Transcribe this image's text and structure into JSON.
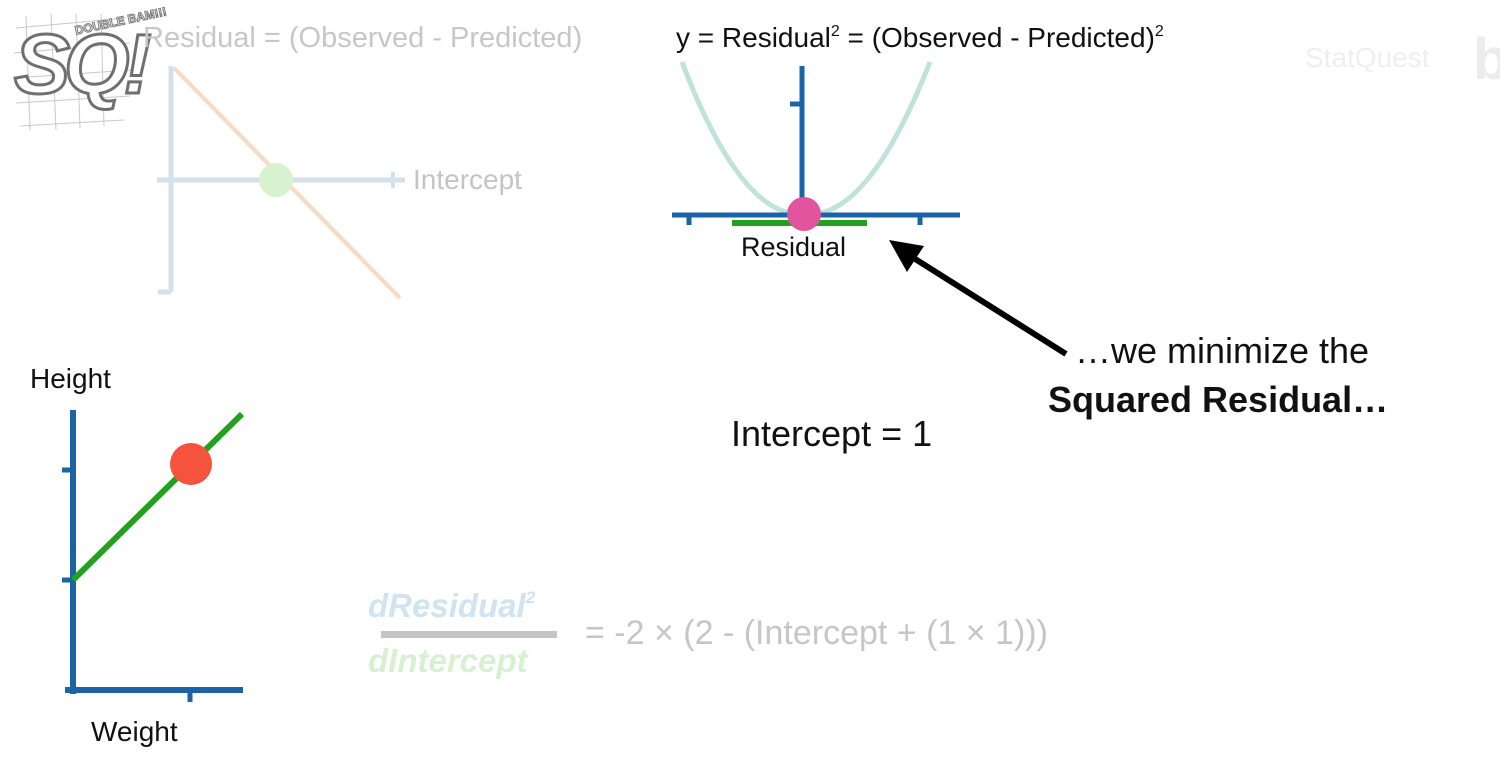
{
  "header": {
    "squared_eq_main": "y = Residual",
    "squared_eq_sup1": "2",
    "squared_eq_mid": " = (Observed - Predicted)",
    "squared_eq_sup2": "2",
    "residual_eq": "Residual = (Observed - Predicted)"
  },
  "residual_plot": {
    "x_axis_label": "Intercept"
  },
  "squared_plot": {
    "x_axis_label": "Residual"
  },
  "data_plot": {
    "y_axis_label": "Height",
    "x_axis_label": "Weight"
  },
  "annotation": {
    "line1": "…we minimize the",
    "line2": "Squared Residual…"
  },
  "intercept_value": "Intercept = 1",
  "derivative": {
    "numerator": "dResidual",
    "numerator_sup": "2",
    "denominator": "dIntercept",
    "rhs": "= -2 × (2 - (Intercept + (1 × 1)))"
  },
  "logo": {
    "letters": "SQ!",
    "burst": "DOUBLE BAM!!!"
  },
  "watermark": "StatQuest",
  "watermark_mark": "b",
  "colors": {
    "axis": "#1a63a6",
    "fit_line": "#22a11e",
    "data_point": "#f5533d",
    "residual_point": "#e2559e",
    "parabola": "#bfe3d9",
    "faded_line": "#f9d9c0",
    "faded_axis": "#d3e1ee",
    "faded_point": "#d7f2cf"
  }
}
